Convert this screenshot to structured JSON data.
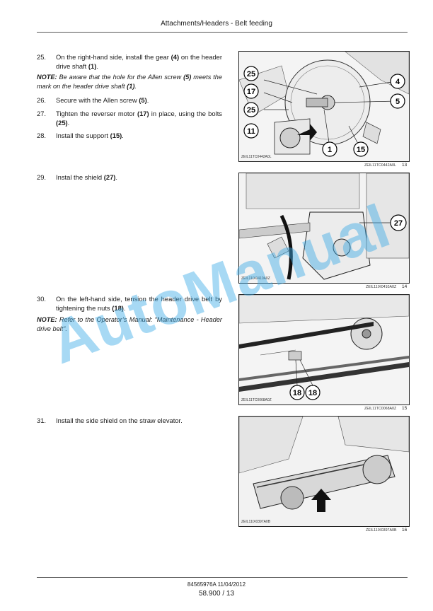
{
  "header": {
    "title": "Attachments/Headers - Belt feeding"
  },
  "steps": [
    {
      "num": "25.",
      "parts": [
        "On the right-hand side, install the gear ",
        "(4)",
        " on the header drive shaft ",
        "(1)",
        "."
      ]
    },
    {
      "num": "26.",
      "parts": [
        "Secure with the Allen screw ",
        "(5)",
        "."
      ]
    },
    {
      "num": "27.",
      "parts": [
        "Tighten the reverser motor ",
        "(17)",
        " in place, using the bolts ",
        "(25)",
        "."
      ]
    },
    {
      "num": "28.",
      "parts": [
        "Install the support ",
        "(15)",
        "."
      ]
    },
    {
      "num": "29.",
      "parts": [
        "Instal the shield ",
        "(27)",
        "."
      ]
    },
    {
      "num": "30.",
      "parts": [
        "On the left-hand side, tension the header drive belt by tightening the nuts ",
        "(18)",
        "."
      ]
    },
    {
      "num": "31.",
      "parts": [
        "Install the side shield on the straw elevator."
      ]
    }
  ],
  "notes": [
    {
      "label": "NOTE:",
      "text": " Be aware that the hole for the Allen screw ",
      "b1": "(5)",
      "text2": " meets the mark on the header drive shaft ",
      "b2": "(1)",
      "text3": "."
    },
    {
      "label": "NOTE:",
      "text": " Refer to the Operator’s Manual: “Maintenance - Header drive belt”."
    }
  ],
  "figures": [
    {
      "code": "ZEIL11TC0442A0L",
      "ref": "ZEIL11TC0442A0L",
      "num": "13",
      "callouts": [
        "25",
        "17",
        "25",
        "11",
        "4",
        "5",
        "1",
        "15"
      ]
    },
    {
      "code": "ZEIL11IX0410A0Z",
      "ref": "ZEIL11IX0410A0Z",
      "num": "14",
      "callouts": [
        "27"
      ]
    },
    {
      "code": "ZEIL11TC0068A0Z",
      "ref": "ZEIL11TC0068A0Z",
      "num": "15",
      "callouts": [
        "18",
        "18"
      ]
    },
    {
      "code": "ZEIL11IX0397A0B",
      "ref": "ZEIL11IX0397A0B",
      "num": "16",
      "callouts": []
    }
  ],
  "watermark": "AutoManual",
  "footer": {
    "doc": "84565976A 11/04/2012",
    "page": "58.900 / 13"
  }
}
